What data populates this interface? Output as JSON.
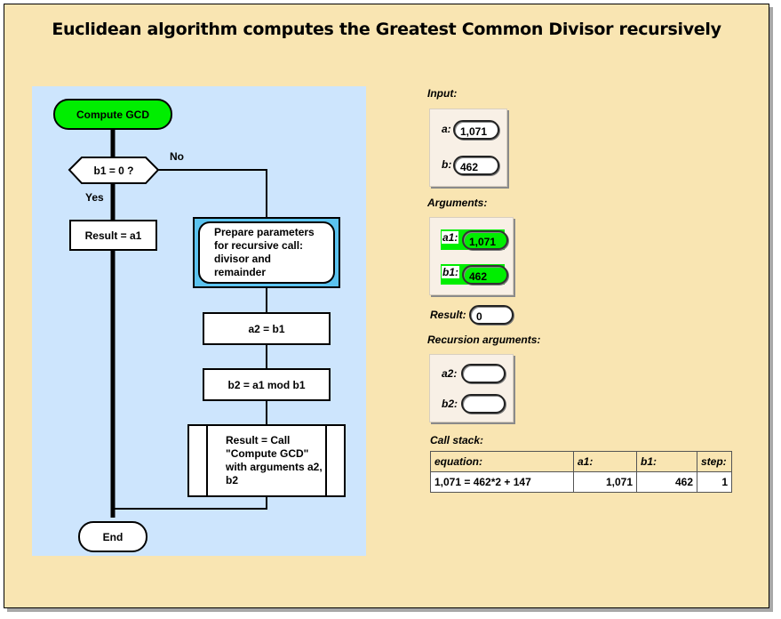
{
  "title": "Euclidean algorithm computes the Greatest Common Divisor recursively",
  "flowchart": {
    "start": "Compute GCD",
    "decision": "b1 = 0 ?",
    "yes_label": "Yes",
    "no_label": "No",
    "result_assign": "Result = a1",
    "prepare": "Prepare parameters for recursive call: divisor and remainder",
    "step_a2": "a2 = b1",
    "step_b2": "b2 = a1 mod b1",
    "call": "Result = Call \"Compute GCD\" with arguments a2, b2",
    "end": "End",
    "colors": {
      "start_fill": "#00ee00",
      "active_fill": "#5bc3ef",
      "background": "#cde5fd"
    }
  },
  "input": {
    "label": "Input:",
    "a_label": "a:",
    "a_value": "1,071",
    "b_label": "b:",
    "b_value": "462"
  },
  "arguments": {
    "label": "Arguments:",
    "a1_label": "a1:",
    "a1_value": "1,071",
    "b1_label": "b1:",
    "b1_value": "462",
    "highlight_color": "#00ee00"
  },
  "result": {
    "label": "Result:",
    "value": "0"
  },
  "recursion_arguments": {
    "label": "Recursion arguments:",
    "a2_label": "a2:",
    "a2_value": "",
    "b2_label": "b2:",
    "b2_value": ""
  },
  "call_stack": {
    "label": "Call stack:",
    "columns": [
      "equation:",
      "a1:",
      "b1:",
      "step:"
    ],
    "rows": [
      [
        "1,071 = 462*2 + 147",
        "1,071",
        "462",
        "1"
      ]
    ]
  }
}
